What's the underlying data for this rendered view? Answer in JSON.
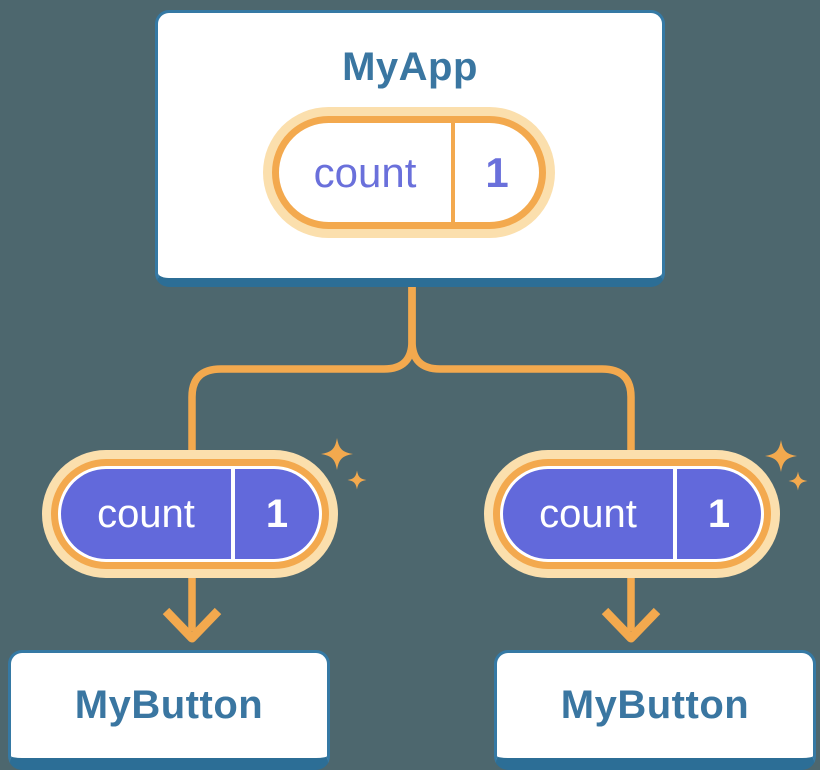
{
  "colors": {
    "background": "#4D676E",
    "card_fill": "#FFFFFF",
    "card_border": "#3579A4",
    "card_bottom_shadow": "#2C6E96",
    "heading_text": "#3A76A1",
    "accent_orange": "#F3A94E",
    "accent_orange_light": "#FBDFAD",
    "state_text_purple": "#6A70DB",
    "prop_pill_fill": "#6269DB",
    "prop_pill_text": "#FFFFFF"
  },
  "root_card": {
    "title": "MyApp",
    "state_pill": {
      "label": "count",
      "value": "1"
    }
  },
  "children": [
    {
      "prop_pill": {
        "label": "count",
        "value": "1"
      },
      "card": {
        "title": "MyButton"
      }
    },
    {
      "prop_pill": {
        "label": "count",
        "value": "1"
      },
      "card": {
        "title": "MyButton"
      }
    }
  ]
}
